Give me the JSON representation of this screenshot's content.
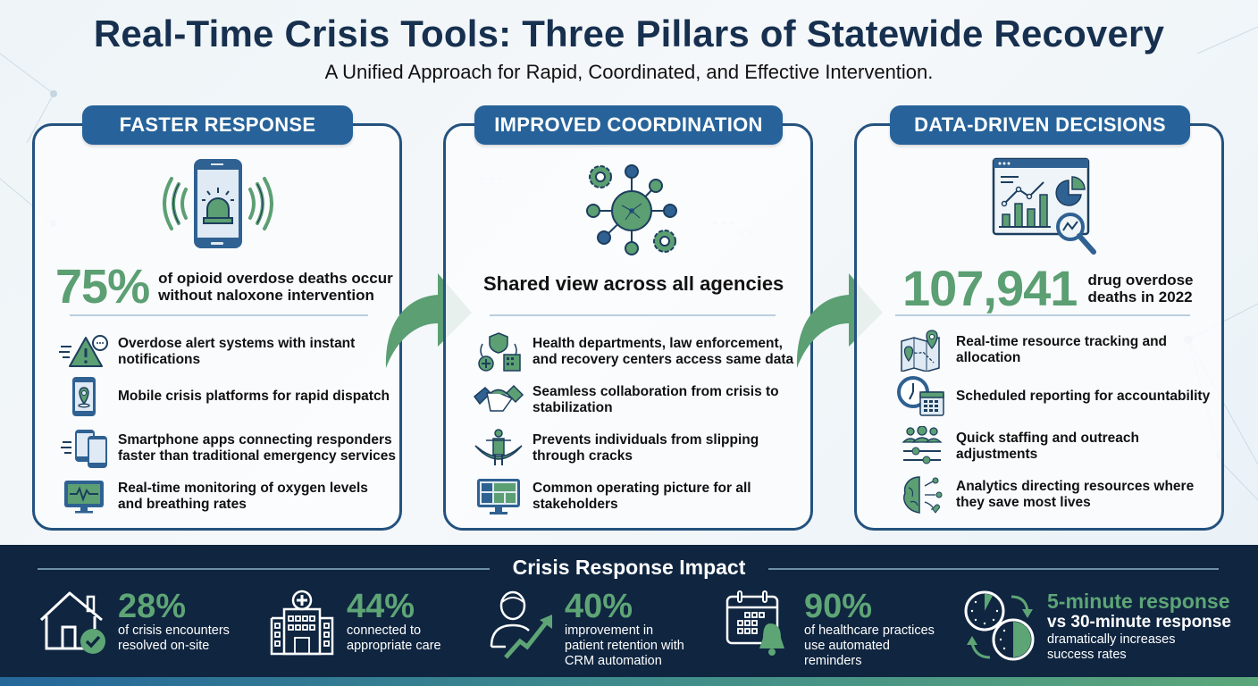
{
  "header": {
    "title": "Real-Time Crisis Tools: Three Pillars of Statewide Recovery",
    "subtitle": "A Unified Approach for Rapid, Coordinated, and Effective Intervention."
  },
  "colors": {
    "navy": "#17304f",
    "blue": "#27639a",
    "green": "#5b9f73",
    "dark_panel": "#0f2540"
  },
  "pillars": [
    {
      "title": "FASTER RESPONSE",
      "hero_icon": "phone-alarm-icon",
      "stat_value": "75%",
      "stat_text_line1": "of opioid overdose deaths occur",
      "stat_text_line2": "without naloxone intervention",
      "items": [
        {
          "icon": "alert-warning-icon",
          "line1": "Overdose alert systems with instant",
          "line2": "notifications"
        },
        {
          "icon": "mobile-location-icon",
          "line1": "Mobile crisis platforms for rapid dispatch",
          "line2": ""
        },
        {
          "icon": "smartphones-icon",
          "line1": "Smartphone apps connecting responders",
          "line2": "faster than traditional emergency services"
        },
        {
          "icon": "heart-monitor-icon",
          "line1": "Real-time monitoring of oxygen levels",
          "line2": "and breathing rates"
        }
      ]
    },
    {
      "title": "IMPROVED COORDINATION",
      "hero_icon": "network-gears-icon",
      "stat_text": "Shared view across all agencies",
      "items": [
        {
          "icon": "agencies-icon",
          "line1": "Health departments, law enforcement,",
          "line2": "and recovery centers access same data"
        },
        {
          "icon": "handshake-icon",
          "line1": "Seamless collaboration from crisis to",
          "line2": "stabilization"
        },
        {
          "icon": "safety-net-icon",
          "line1": "Prevents individuals from slipping",
          "line2": "through cracks"
        },
        {
          "icon": "dashboard-monitor-icon",
          "line1": "Common operating picture for all",
          "line2": "stakeholders"
        }
      ]
    },
    {
      "title": "DATA-DRIVEN DECISIONS",
      "hero_icon": "analytics-dashboard-icon",
      "stat_value": "107,941",
      "stat_text_line1": "drug overdose",
      "stat_text_line2": "deaths in 2022",
      "items": [
        {
          "icon": "map-pins-icon",
          "line1": "Real-time resource tracking and",
          "line2": "allocation"
        },
        {
          "icon": "clock-calendar-icon",
          "line1": "Scheduled reporting for accountability",
          "line2": ""
        },
        {
          "icon": "staff-sliders-icon",
          "line1": "Quick staffing and outreach",
          "line2": "adjustments"
        },
        {
          "icon": "brain-analytics-icon",
          "line1": "Analytics directing resources where",
          "line2": "they save most lives"
        }
      ]
    }
  ],
  "impact": {
    "title": "Crisis Response Impact",
    "stats": [
      {
        "icon": "house-check-icon",
        "value": "28%",
        "lines": [
          "of crisis encounters",
          "resolved on-site"
        ]
      },
      {
        "icon": "hospital-icon",
        "value": "44%",
        "lines": [
          "connected to",
          "appropriate care"
        ]
      },
      {
        "icon": "person-growth-icon",
        "value": "40%",
        "lines": [
          "improvement in",
          "patient retention with",
          "CRM automation"
        ]
      },
      {
        "icon": "calendar-bell-icon",
        "value": "90%",
        "lines": [
          "of healthcare practices",
          "use automated",
          "reminders"
        ]
      },
      {
        "icon": "clocks-cycle-icon",
        "value": "5-minute response",
        "sub": "vs 30-minute response",
        "lines": [
          "dramatically increases",
          "success rates"
        ]
      }
    ]
  }
}
